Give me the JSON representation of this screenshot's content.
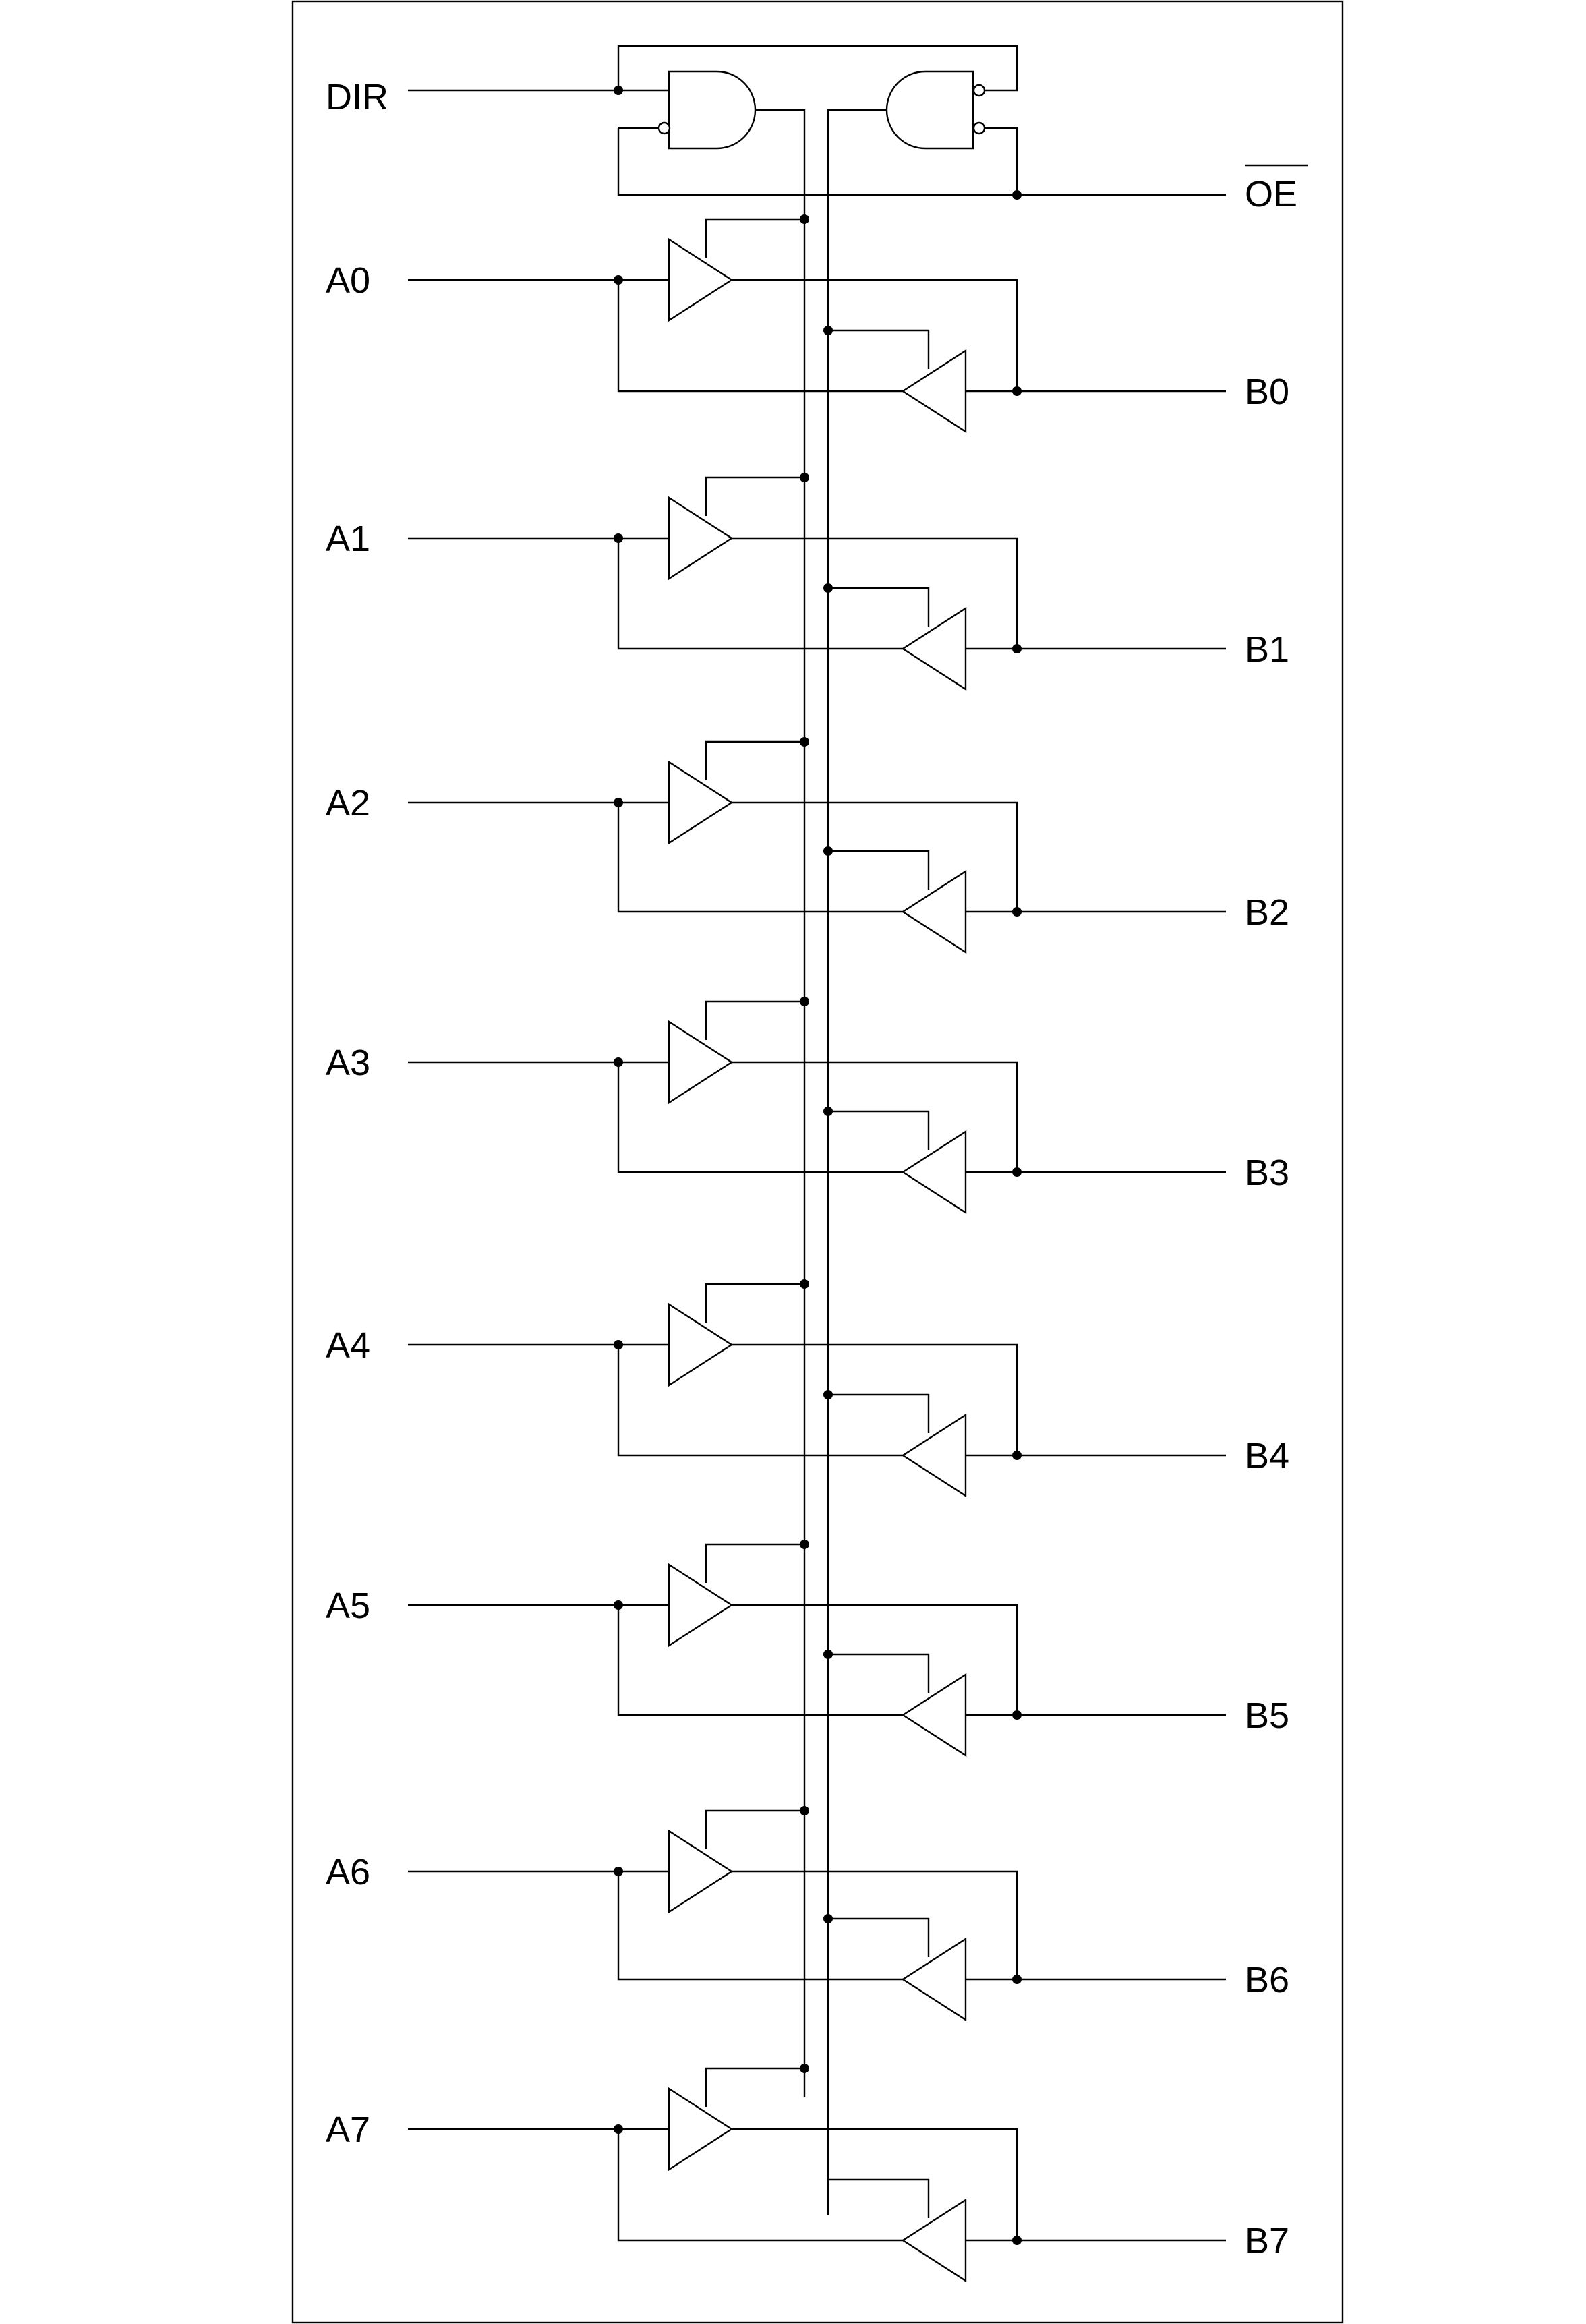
{
  "signals": {
    "dir": "DIR",
    "oe": "OE"
  },
  "a_pins": [
    "A0",
    "A1",
    "A2",
    "A3",
    "A4",
    "A5",
    "A6",
    "A7"
  ],
  "b_pins": [
    "B0",
    "B1",
    "B2",
    "B3",
    "B4",
    "B5",
    "B6",
    "B7"
  ],
  "colors": {
    "line": "#000000",
    "background": "#ffffff"
  }
}
